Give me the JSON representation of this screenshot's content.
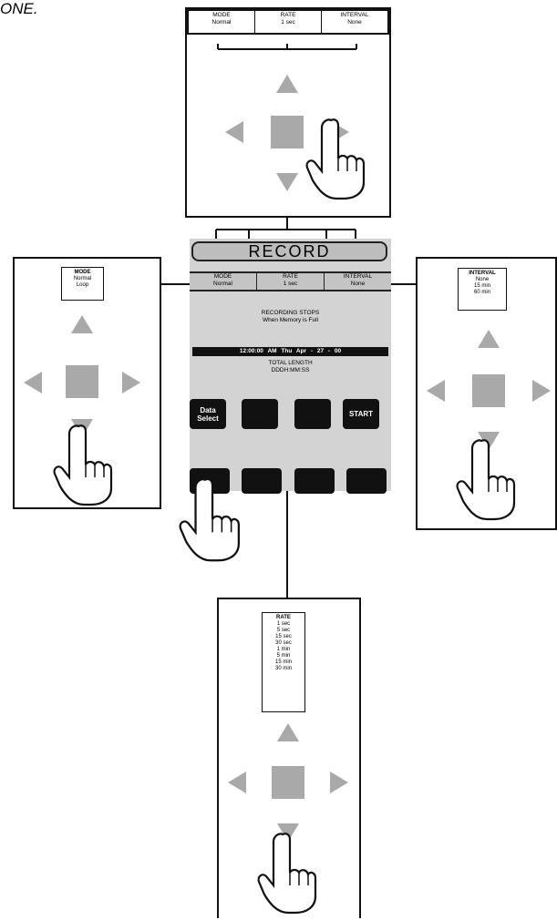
{
  "caption": "ONE.",
  "top_panel": {
    "headers": [
      {
        "label": "MODE",
        "value": "Normal"
      },
      {
        "label": "RATE",
        "value": "1 sec"
      },
      {
        "label": "INTERVAL",
        "value": "None"
      }
    ]
  },
  "left_panel": {
    "title": "MODE",
    "options": [
      "Normal",
      "Loop"
    ]
  },
  "right_panel": {
    "title": "INTERVAL",
    "options": [
      "None",
      "15 min",
      "60 min"
    ]
  },
  "bottom_panel": {
    "title": "RATE",
    "options": [
      "1 sec",
      "5 sec",
      "15 sec",
      "30 sec",
      "1 min",
      "5 min",
      "15 min",
      "30 min"
    ]
  },
  "device": {
    "title": "RECORD",
    "headers": [
      {
        "label": "MODE",
        "value": "Normal"
      },
      {
        "label": "RATE",
        "value": "1 sec"
      },
      {
        "label": "INTERVAL",
        "value": "None"
      }
    ],
    "message_line1": "RECORDING STOPS",
    "message_line2": "When Memory is Full",
    "time_bar": "12:00:00 AM  Thu  Apr - 27 - 00",
    "total_line1": "TOTAL LENGTH",
    "total_line2": "DDDH:MM:SS",
    "softkeys": [
      "Data Select",
      "",
      "",
      "START"
    ]
  },
  "colors": {
    "panel_border": "#111111",
    "device_bg": "#d3d3d3",
    "arrow_gray": "#a9a9a9",
    "key_black": "#111111"
  }
}
